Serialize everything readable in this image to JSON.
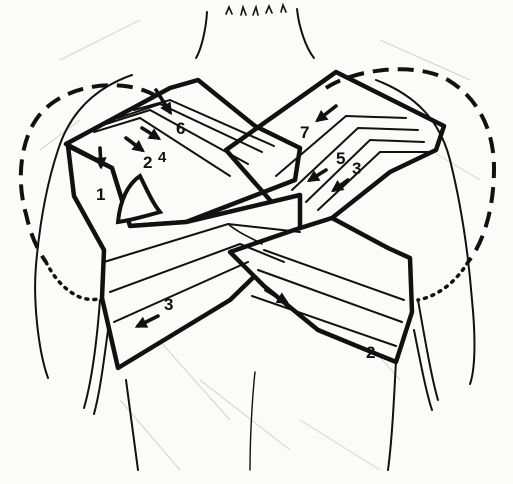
{
  "diagram": {
    "colors": {
      "ink": "#111111",
      "paper": "#fbfbfa",
      "faint": "#c9c9c6"
    },
    "turn_labels": {
      "one": "1",
      "two_upper": "2",
      "two_lower": "2",
      "three_right": "3",
      "three_lower": "3",
      "four": "4",
      "five": "5",
      "six": "6",
      "seven": "7"
    }
  }
}
